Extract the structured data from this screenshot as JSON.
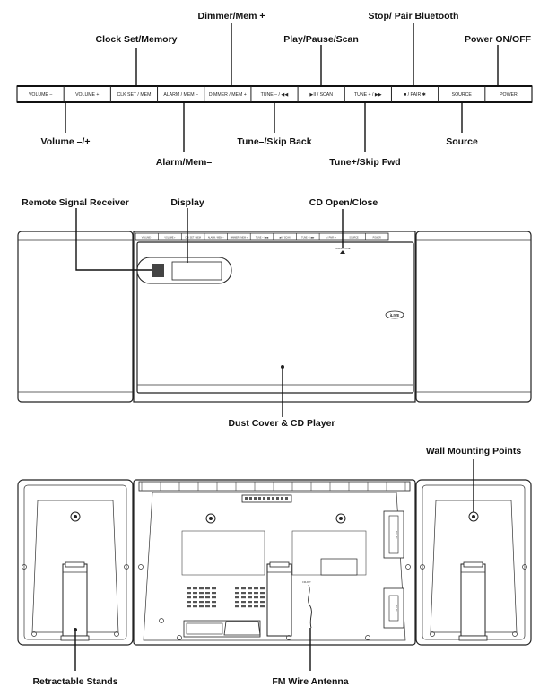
{
  "buttons": [
    {
      "label": "VOLUME –"
    },
    {
      "label": "VOLUME +"
    },
    {
      "label": "CLK SET / MEM"
    },
    {
      "label": "ALARM / MEM –"
    },
    {
      "label": "DIMMER / MEM +"
    },
    {
      "label": "TUNE – / ◀◀"
    },
    {
      "label": "▶II / SCAN"
    },
    {
      "label": "TUNE + / ▶▶"
    },
    {
      "label": "■ / PAIR ✱"
    },
    {
      "label": "SOURCE"
    },
    {
      "label": "POWER"
    }
  ],
  "callouts": {
    "dimmer_mem_plus": "Dimmer/Mem +",
    "stop_pair_bluetooth": "Stop/ Pair Bluetooth",
    "clock_set_memory": "Clock Set/Memory",
    "play_pause_scan": "Play/Pause/Scan",
    "power_on_off": "Power ON/OFF",
    "volume": "Volume –/+",
    "tune_skip_back": "Tune–/Skip Back",
    "source": "Source",
    "alarm_mem_minus": "Alarm/Mem–",
    "tune_skip_fwd": "Tune+/Skip Fwd",
    "remote_signal_receiver": "Remote Signal Receiver",
    "display": "Display",
    "cd_open_close": "CD Open/Close",
    "dust_cover_cd_player": "Dust Cover & CD Player",
    "wall_mounting_points": "Wall Mounting Points",
    "retractable_stands": "Retractable Stands",
    "fm_wire_antenna": "FM Wire Antenna"
  },
  "front_panel": {
    "brand_logo": "iLIVE",
    "open_close_label": "OPEN/CLOSE"
  },
  "rear_panel": {
    "antenna_label": "FM ANT",
    "jack_labels": [
      "AUX IN",
      "AC IN"
    ]
  }
}
